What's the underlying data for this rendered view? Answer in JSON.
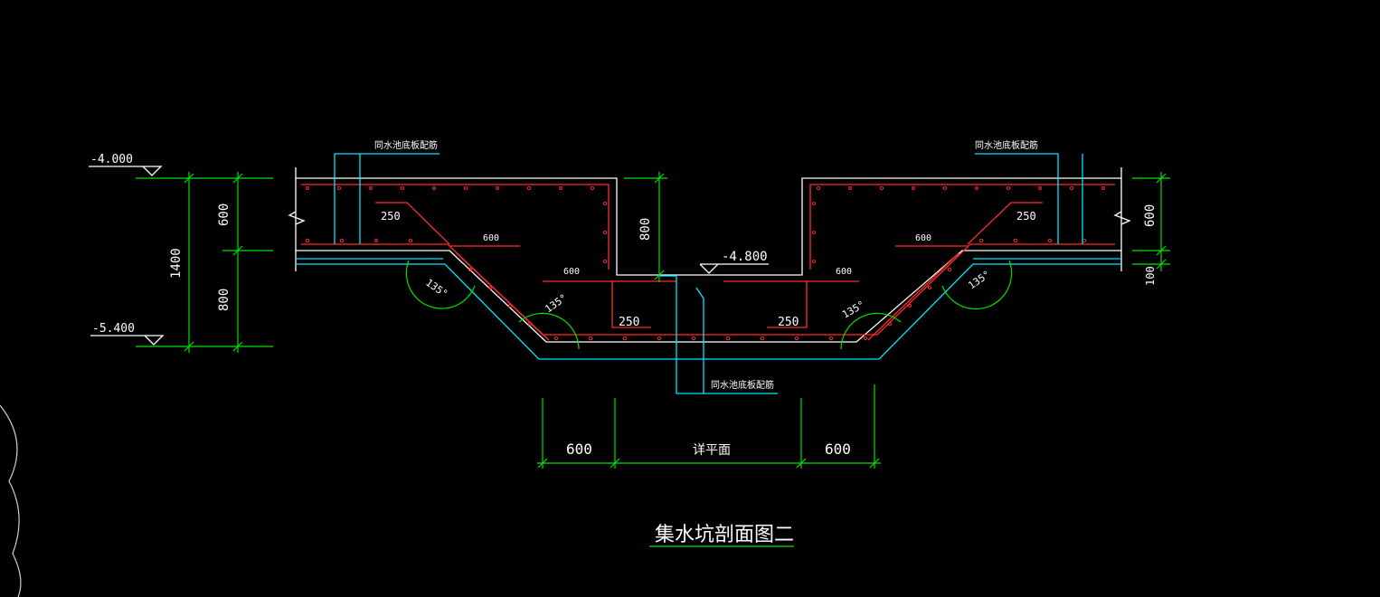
{
  "drawing": {
    "title": "集水坑剖面图二",
    "elevations": {
      "top_slab": "-4.000",
      "pit_floor": "-4.800",
      "bottom": "-5.400"
    },
    "rebar_note_left": "同水池底板配筋",
    "rebar_note_right": "同水池底板配筋",
    "rebar_note_bottom": "同水池底板配筋",
    "angles": {
      "left_outer": "135°",
      "left_inner": "135°",
      "right_inner": "135°",
      "right_outer": "135°"
    },
    "bar_lengths": {
      "left_hook": "250",
      "left_lap": "600",
      "right_hook": "250",
      "right_lap": "600",
      "center_left_lap": "600",
      "center_right_lap": "600",
      "center_left_hook": "250",
      "center_right_hook": "250"
    },
    "dims_left": {
      "upper": "600",
      "lower": "800",
      "total": "1400"
    },
    "dims_right": {
      "upper": "600",
      "lower": "100"
    },
    "dim_pit_depth": "800",
    "dims_bottom": {
      "left": "600",
      "middle": "详平面",
      "right": "600"
    }
  }
}
